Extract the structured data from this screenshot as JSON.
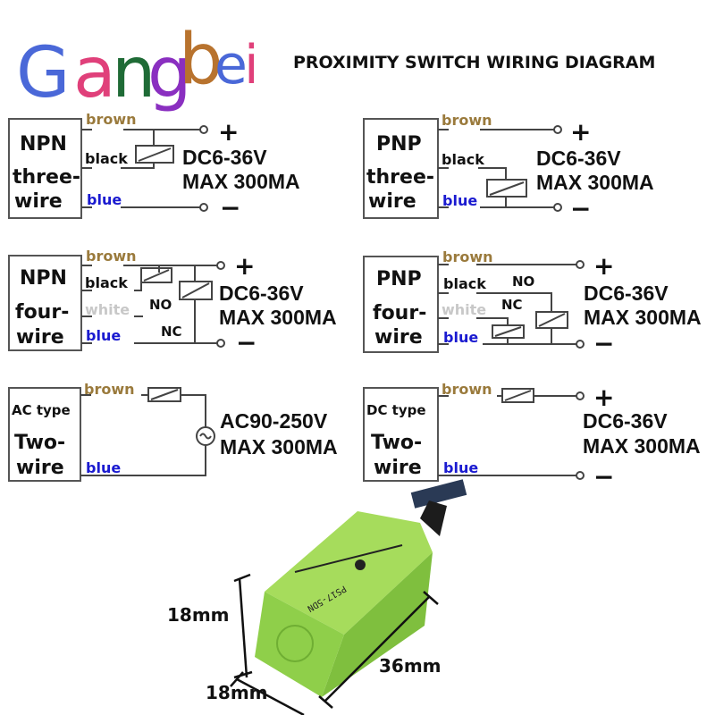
{
  "logo": {
    "text": "Gangbei",
    "letters": [
      {
        "ch": "G",
        "color": "#4a68d8"
      },
      {
        "ch": "a",
        "color": "#e0407a"
      },
      {
        "ch": "n",
        "color": "#1f6b36"
      },
      {
        "ch": "g",
        "color": "#8a2fc0"
      },
      {
        "ch": "b",
        "color": "#b8732e"
      },
      {
        "ch": "e",
        "color": "#4a68d8"
      },
      {
        "ch": "i",
        "color": "#e0407a"
      }
    ]
  },
  "title": "PROXIMITY SWITCH WIRING DIAGRAM",
  "colors": {
    "brown": "#9a7a3c",
    "blue": "#1a1ad0",
    "white": "#c8c8c8",
    "black": "#111111",
    "sensor_green": "#8fcf4a"
  },
  "wires": {
    "brown": "brown",
    "black": "black",
    "white": "white",
    "blue": "blue"
  },
  "signs": {
    "plus": "+",
    "minus": "−"
  },
  "panels": {
    "npn3": {
      "line1": "NPN",
      "line2": "three-",
      "line3": "wire",
      "spec1": "DC6-36V",
      "spec2": "MAX 300MA"
    },
    "pnp3": {
      "line1": "PNP",
      "line2": "three-",
      "line3": "wire",
      "spec1": "DC6-36V",
      "spec2": "MAX 300MA"
    },
    "npn4": {
      "line1": "NPN",
      "line2": "four-",
      "line3": "wire",
      "no": "NO",
      "nc": "NC",
      "spec1": "DC6-36V",
      "spec2": "MAX 300MA"
    },
    "pnp4": {
      "line1": "PNP",
      "line2": "four-",
      "line3": "wire",
      "no": "NO",
      "nc": "NC",
      "spec1": "DC6-36V",
      "spec2": "MAX 300MA"
    },
    "ac2": {
      "line1": "AC type",
      "line2": "Two-",
      "line3": "wire",
      "spec1": "AC90-250V",
      "spec2": "MAX 300MA"
    },
    "dc2": {
      "line1": "DC type",
      "line2": "Two-",
      "line3": "wire",
      "spec1": "DC6-36V",
      "spec2": "MAX 300MA"
    }
  },
  "sensor": {
    "model": "PS17-5DN",
    "dim_height": "18mm",
    "dim_width": "18mm",
    "dim_length": "36mm"
  }
}
